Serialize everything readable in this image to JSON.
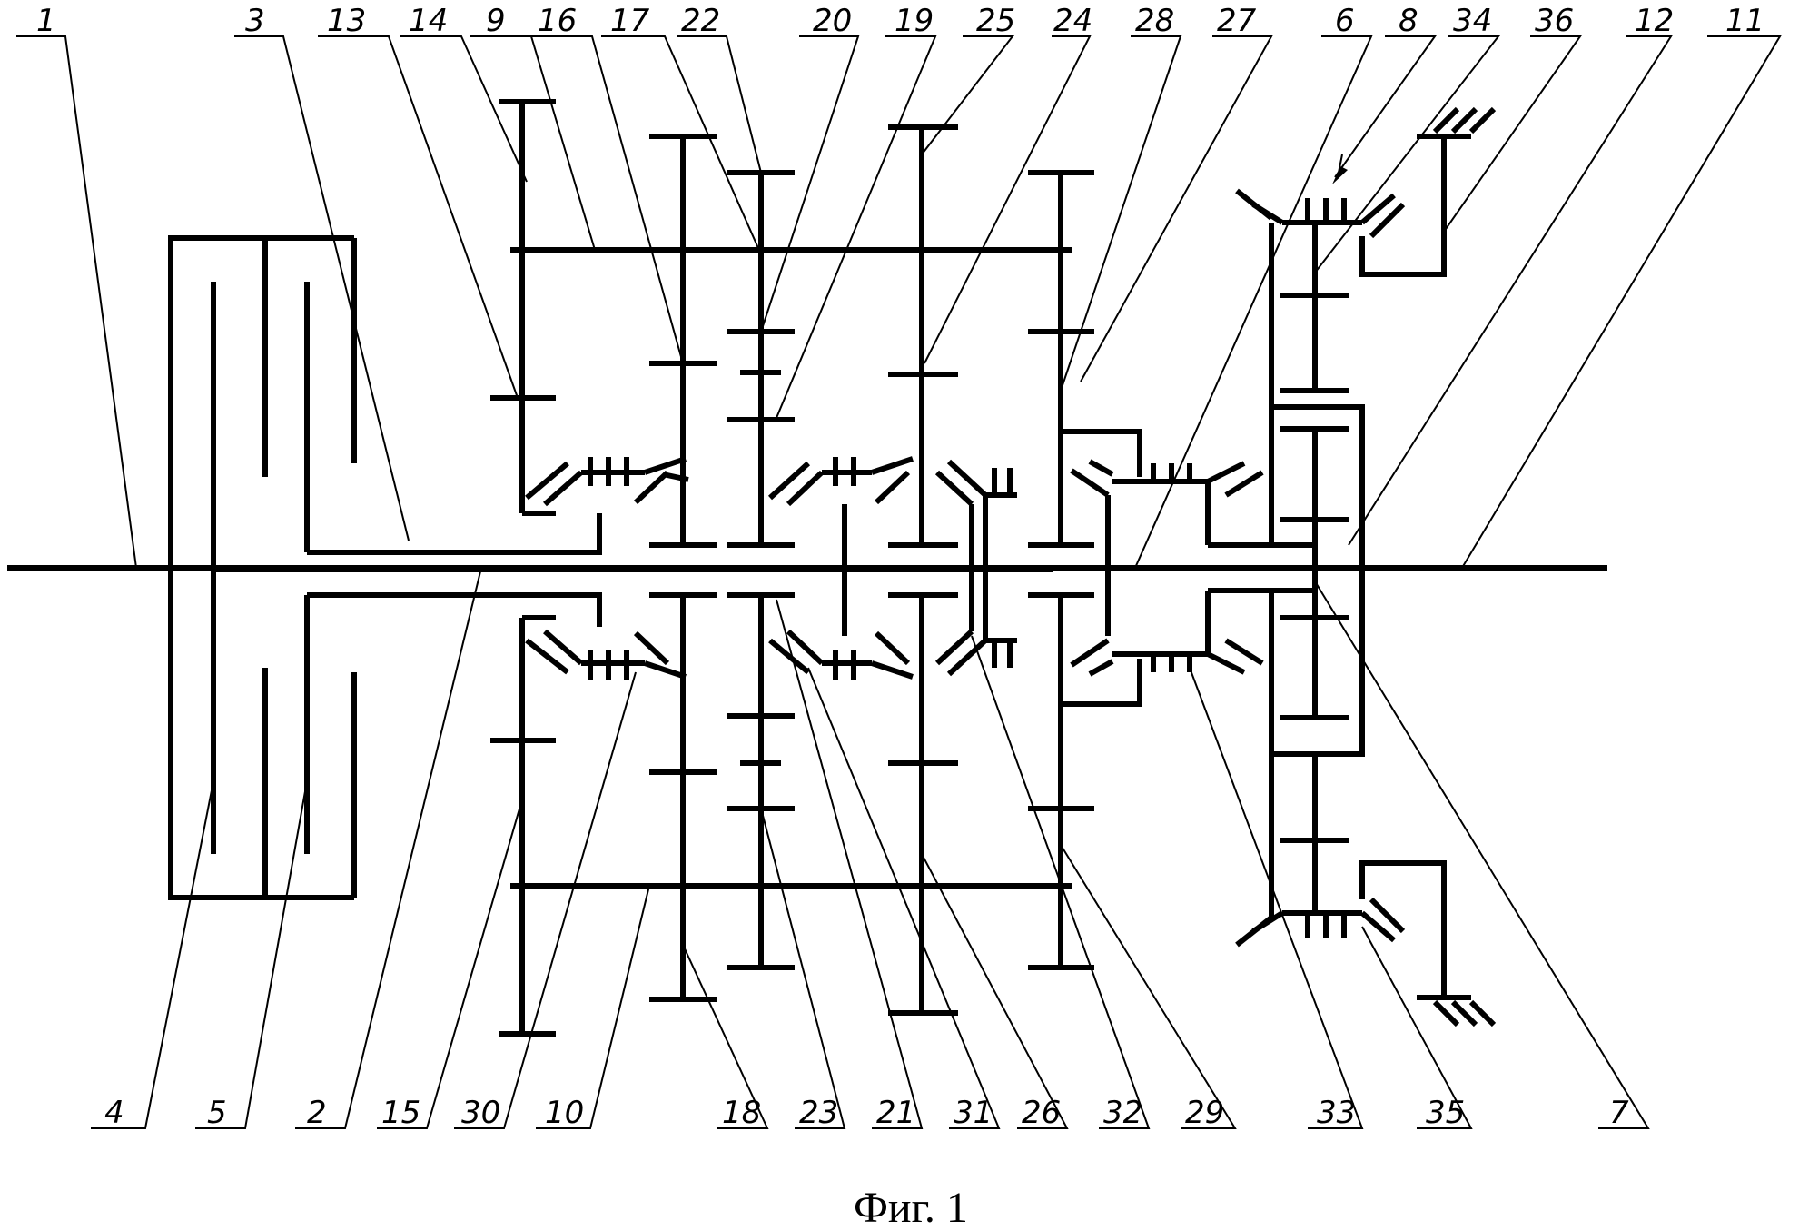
{
  "figure": {
    "caption": "Фиг. 1",
    "top_labels": [
      "1",
      "3",
      "13",
      "14",
      "9",
      "16",
      "17",
      "22",
      "20",
      "19",
      "25",
      "24",
      "28",
      "27",
      "6",
      "8",
      "34",
      "36",
      "12",
      "11"
    ],
    "bottom_labels": [
      "4",
      "5",
      "2",
      "15",
      "30",
      "10",
      "18",
      "23",
      "21",
      "31",
      "26",
      "32",
      "29",
      "33",
      "35",
      "7"
    ]
  }
}
